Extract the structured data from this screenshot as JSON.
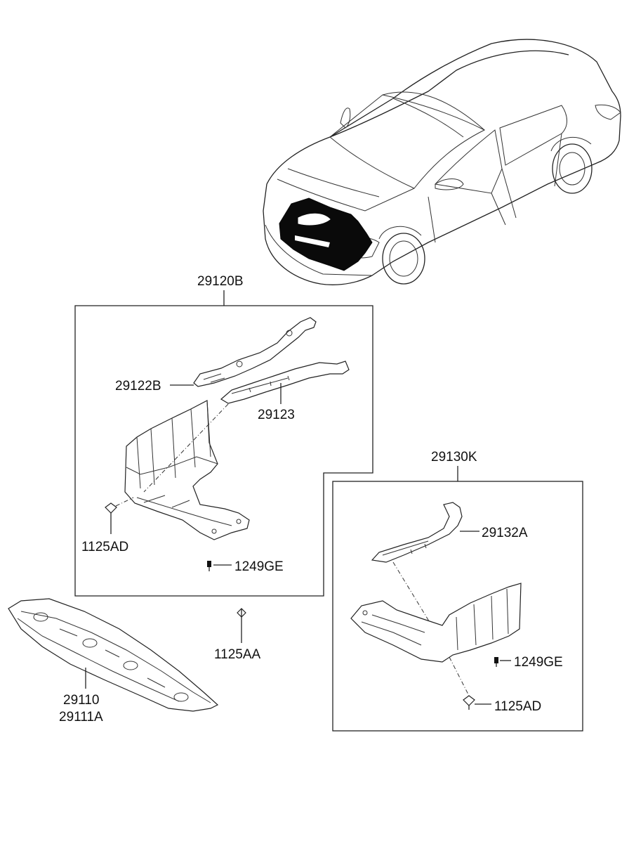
{
  "labels": {
    "group_front": "29120B",
    "front_upper_bracket": "29122B",
    "front_lower_bracket": "29123",
    "bolt_front": "1125AD",
    "screw_front": "1249GE",
    "center_bolt": "1125AA",
    "main_cover_a": "29110",
    "main_cover_b": "29111A",
    "group_rear": "29130K",
    "rear_bracket": "29132A",
    "screw_rear": "1249GE",
    "bolt_rear": "1125AD"
  }
}
